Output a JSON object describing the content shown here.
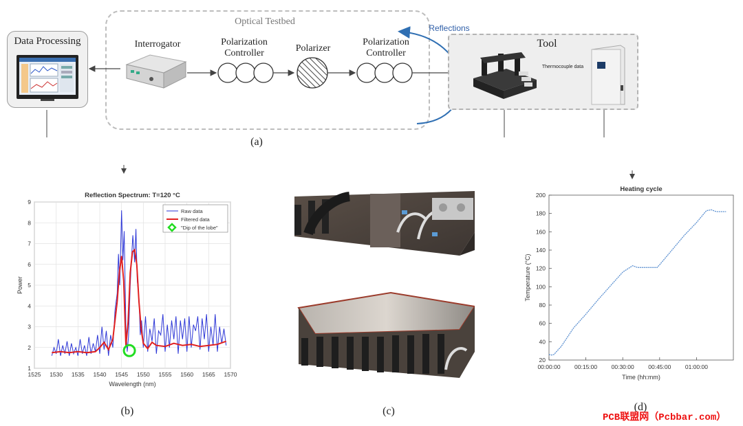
{
  "panel_a": {
    "caption": "(a)",
    "optical_testbed_label": "Optical Testbed",
    "data_processing_label": "Data Processing",
    "interrogator_label": "Interrogator",
    "polarization_controller_1_label": "Polarization\nController",
    "polarizer_label": "Polarizer",
    "polarization_controller_2_label": "Polarization\nController",
    "reflections_label": "Reflections",
    "tool_label": "Tool",
    "thermocouple_label": "Thermocouple data",
    "colors": {
      "reflections_arrow": "#2f6fb3",
      "reflections_text": "#2f5fa8"
    }
  },
  "panel_b": {
    "caption": "(b)",
    "chart_data": {
      "type": "line",
      "title": "Reflection Spectrum: T=120 °C",
      "xlabel": "Wavelength (nm)",
      "ylabel": "Power",
      "xlim": [
        1525,
        1570
      ],
      "ylim": [
        1,
        9
      ],
      "xticks": [
        "1525",
        "1530",
        "1535",
        "1540",
        "1545",
        "1550",
        "1555",
        "1560",
        "1565",
        "1570"
      ],
      "yticks": [
        "1",
        "2",
        "3",
        "4",
        "5",
        "6",
        "7",
        "8",
        "9"
      ],
      "grid": true,
      "legend_position": "top-right",
      "legend": [
        "Raw data",
        "Filtered data",
        "\"Dip of the lobe\""
      ],
      "series": [
        {
          "name": "Filtered data",
          "color": "#e02020",
          "x": [
            1529,
            1531,
            1533,
            1535,
            1537,
            1539,
            1540,
            1541,
            1542,
            1543,
            1544,
            1544.5,
            1545,
            1545.5,
            1546,
            1546.5,
            1547,
            1547.5,
            1548,
            1548.5,
            1549,
            1549.5,
            1550,
            1551,
            1552,
            1553,
            1555,
            1557,
            1559,
            1561,
            1563,
            1565,
            1567,
            1569
          ],
          "y": [
            1.75,
            1.8,
            1.75,
            1.8,
            1.75,
            1.8,
            2.0,
            2.25,
            1.9,
            2.4,
            4.2,
            5.6,
            6.4,
            5.2,
            2.1,
            3.2,
            5.6,
            6.6,
            6.7,
            6.0,
            4.2,
            2.9,
            2.2,
            1.95,
            2.25,
            2.1,
            2.05,
            2.2,
            2.1,
            2.15,
            2.05,
            2.1,
            2.15,
            2.3
          ]
        },
        {
          "name": "Raw data",
          "color": "#2b35d6",
          "x": [
            1529,
            1529.5,
            1530,
            1530.5,
            1531,
            1531.5,
            1532,
            1532.5,
            1533,
            1533.5,
            1534,
            1534.5,
            1535,
            1535.5,
            1536,
            1536.5,
            1537,
            1537.5,
            1538,
            1538.5,
            1539,
            1539.5,
            1540,
            1540.5,
            1541,
            1541.5,
            1542,
            1542.5,
            1543,
            1543.5,
            1544,
            1544.3,
            1544.6,
            1545,
            1545.3,
            1545.6,
            1546,
            1546.3,
            1546.6,
            1547,
            1547.3,
            1547.6,
            1548,
            1548.3,
            1548.6,
            1549,
            1549.3,
            1549.6,
            1550,
            1550.5,
            1551,
            1551.5,
            1552,
            1552.5,
            1553,
            1553.5,
            1554,
            1554.5,
            1555,
            1555.5,
            1556,
            1556.5,
            1557,
            1557.5,
            1558,
            1558.5,
            1559,
            1559.5,
            1560,
            1560.5,
            1561,
            1561.5,
            1562,
            1562.5,
            1563,
            1563.5,
            1564,
            1564.5,
            1565,
            1565.5,
            1566,
            1566.5,
            1567,
            1567.5,
            1568,
            1568.5,
            1569
          ],
          "y": [
            1.6,
            2.0,
            1.7,
            2.4,
            1.6,
            2.1,
            1.7,
            2.3,
            1.6,
            2.2,
            1.7,
            2.0,
            1.6,
            2.4,
            1.7,
            2.1,
            1.6,
            2.5,
            1.7,
            2.2,
            1.8,
            2.6,
            1.7,
            3.0,
            1.9,
            2.8,
            1.6,
            2.6,
            2.0,
            3.8,
            4.6,
            6.5,
            5.0,
            8.6,
            6.2,
            7.6,
            3.0,
            1.8,
            2.5,
            5.0,
            6.3,
            7.4,
            6.1,
            7.7,
            5.2,
            4.4,
            2.6,
            3.3,
            2.0,
            3.5,
            1.8,
            2.9,
            2.3,
            3.4,
            1.7,
            2.8,
            2.6,
            3.6,
            1.8,
            3.1,
            2.0,
            3.3,
            2.4,
            3.5,
            1.7,
            3.3,
            2.4,
            3.4,
            1.8,
            3.5,
            2.0,
            3.1,
            2.8,
            3.5,
            1.9,
            3.4,
            2.4,
            3.6,
            1.8,
            3.0,
            2.1,
            3.6,
            1.8,
            3.0,
            2.2,
            2.9,
            2.1
          ]
        }
      ],
      "markers": [
        {
          "name": "\"Dip of the lobe\"",
          "x": 1546.8,
          "y": 1.85,
          "color": "#22dd22"
        }
      ]
    }
  },
  "panel_c": {
    "caption": "(c)"
  },
  "panel_d": {
    "caption": "(d)",
    "chart_data": {
      "type": "line",
      "title": "Heating cycle",
      "xlabel": "Time (hh:mm)",
      "ylabel": "Temperature (°C)",
      "xlim_minutes": [
        0,
        75
      ],
      "ylim": [
        20,
        200
      ],
      "xticks": [
        "00:00:00",
        "00:15:00",
        "00:30:00",
        "00:45:00",
        "01:00:00"
      ],
      "yticks": [
        "20",
        "40",
        "60",
        "80",
        "100",
        "120",
        "140",
        "160",
        "180",
        "200"
      ],
      "grid": false,
      "series": [
        {
          "name": "Temperature",
          "color": "#5a8fd0",
          "x_minutes": [
            0,
            1,
            2,
            5,
            10,
            15,
            20,
            25,
            30,
            34,
            35,
            36,
            40,
            44,
            45,
            50,
            55,
            60,
            64,
            66,
            68,
            70,
            72
          ],
          "y": [
            26,
            25.5,
            26,
            35,
            55,
            70,
            86,
            101,
            116,
            123,
            122,
            121,
            121,
            121,
            124,
            140,
            156,
            170,
            183,
            184,
            182,
            182,
            182
          ]
        }
      ]
    }
  },
  "watermark": "PCB联盟网（Pcbbar.com）"
}
